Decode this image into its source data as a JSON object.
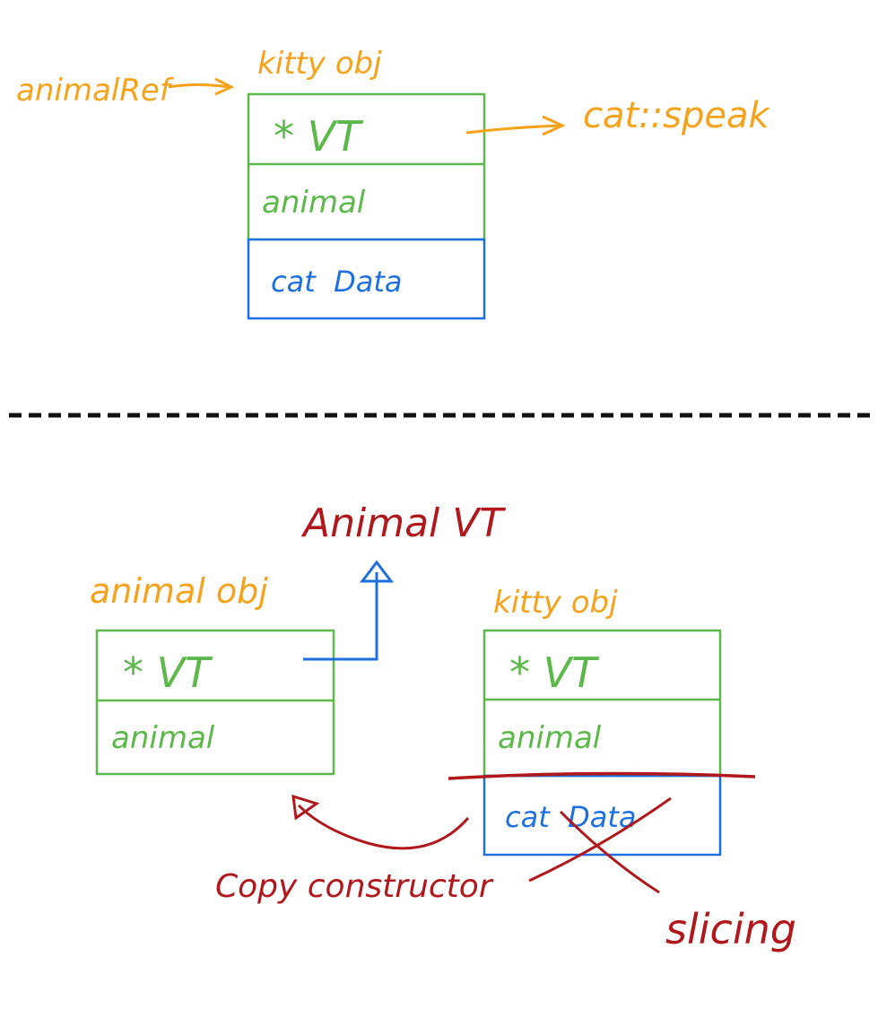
{
  "top_diagram": {
    "pointer_label": "animalRef",
    "object_label": "kitty obj",
    "vtable_field": "* VT",
    "base_field": "animal",
    "derived_field": "cat  Data",
    "vtable_target": "cat::speak"
  },
  "bottom_diagram": {
    "vtable_name": "Animal VT",
    "animal_object": {
      "label": "animal obj",
      "vtable_field": "* VT",
      "base_field": "animal"
    },
    "kitty_object": {
      "label": "kitty obj",
      "vtable_field": "* VT",
      "base_field": "animal",
      "derived_field": "cat  Data"
    },
    "copy_label": "Copy constructor",
    "slicing_label": "slicing"
  },
  "colors": {
    "label": "#f5a21c",
    "base": "#5cb84a",
    "derived": "#1e6fe0",
    "annotation": "#b0181c",
    "divider": "#111111"
  }
}
